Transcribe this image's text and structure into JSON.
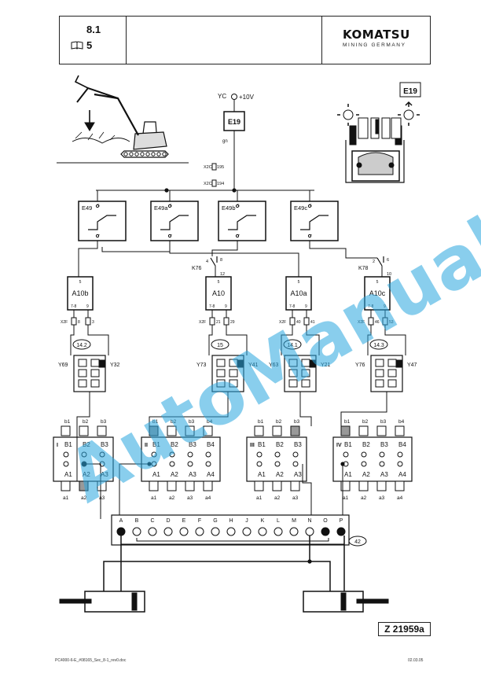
{
  "header": {
    "section": "8.1",
    "page": "5",
    "brand": "KOMATSU",
    "brand_sub": "MINING GERMANY"
  },
  "supply": {
    "label": "YC",
    "voltage": "+10V",
    "wire": "gn",
    "terminals": [
      "X2C",
      "195",
      "X2C",
      "194"
    ]
  },
  "joystick_box": {
    "main": "E19",
    "inset": "E19"
  },
  "switches": [
    {
      "name": "E49",
      "pin_top": "5",
      "pin_bot": "7"
    },
    {
      "name": "E49a",
      "pin_top": "5",
      "pin_bot": "7"
    },
    {
      "name": "E49b",
      "pin_top": "5",
      "pin_bot": "7"
    },
    {
      "name": "E49c",
      "pin_top": "5",
      "pin_bot": "7"
    }
  ],
  "relays": [
    {
      "name": "K76",
      "pins": [
        "4",
        "8",
        "12"
      ]
    },
    {
      "name": "K78",
      "pins": [
        "2",
        "6",
        "10"
      ]
    }
  ],
  "amplifiers": [
    {
      "name": "A10b",
      "top": "5",
      "pins": [
        "7-8",
        "9"
      ],
      "conn": [
        "X2F",
        "8",
        "3"
      ]
    },
    {
      "name": "A10",
      "top": "5",
      "pins": [
        "7-8",
        "9"
      ],
      "conn": [
        "X2F",
        "21",
        "29"
      ]
    },
    {
      "name": "A10a",
      "top": "5",
      "pins": [
        "7-8",
        "9"
      ],
      "conn": [
        "X2F",
        "40",
        "41"
      ]
    },
    {
      "name": "A10c",
      "top": "5",
      "pins": [
        "7-8",
        "9"
      ],
      "conn": [
        "X2F",
        "46",
        "53"
      ]
    }
  ],
  "valves": [
    {
      "tag": "14.2",
      "left": "Y69",
      "right": "Y32"
    },
    {
      "tag": "15",
      "left": "Y73",
      "right": "Y41"
    },
    {
      "tag": "14.1",
      "left": "Y63",
      "right": "Y21"
    },
    {
      "tag": "14.3",
      "left": "Y76",
      "right": "Y47"
    }
  ],
  "blocks": [
    {
      "roman": "I",
      "top": [
        "b1",
        "b2",
        "b3"
      ],
      "b": [
        "B1",
        "B2",
        "B3"
      ],
      "a": [
        "A1",
        "A2",
        "A3"
      ],
      "bottom": [
        "a1",
        "a2",
        "a3"
      ]
    },
    {
      "roman": "II",
      "top": [
        "b1",
        "b2",
        "b3",
        "b4"
      ],
      "b": [
        "B1",
        "B2",
        "B3",
        "B4"
      ],
      "a": [
        "A1",
        "A2",
        "A3",
        "A4"
      ],
      "bottom": [
        "a1",
        "a2",
        "a3",
        "a4"
      ]
    },
    {
      "roman": "III",
      "top": [
        "b1",
        "b2",
        "b3"
      ],
      "b": [
        "B1",
        "B2",
        "B3"
      ],
      "a": [
        "A1",
        "A2",
        "A3"
      ],
      "bottom": [
        "a1",
        "a2",
        "a3"
      ]
    },
    {
      "roman": "IV",
      "top": [
        "b1",
        "b2",
        "b3",
        "b4"
      ],
      "b": [
        "B1",
        "B2",
        "B3",
        "B4"
      ],
      "a": [
        "A1",
        "A2",
        "A3",
        "A4"
      ],
      "bottom": [
        "a1",
        "a2",
        "a3",
        "a4"
      ]
    }
  ],
  "rotary": {
    "ports": [
      "A",
      "B",
      "C",
      "D",
      "E",
      "F",
      "G",
      "H",
      "J",
      "K",
      "L",
      "M",
      "N",
      "O",
      "P"
    ],
    "tag": "42"
  },
  "figure_id": "Z 21959a",
  "watermark": "AutoManual",
  "footer": {
    "file": "PC4000-6-E_#08165_Sec_8-1_rev0.doc",
    "date": "02.03.05"
  }
}
